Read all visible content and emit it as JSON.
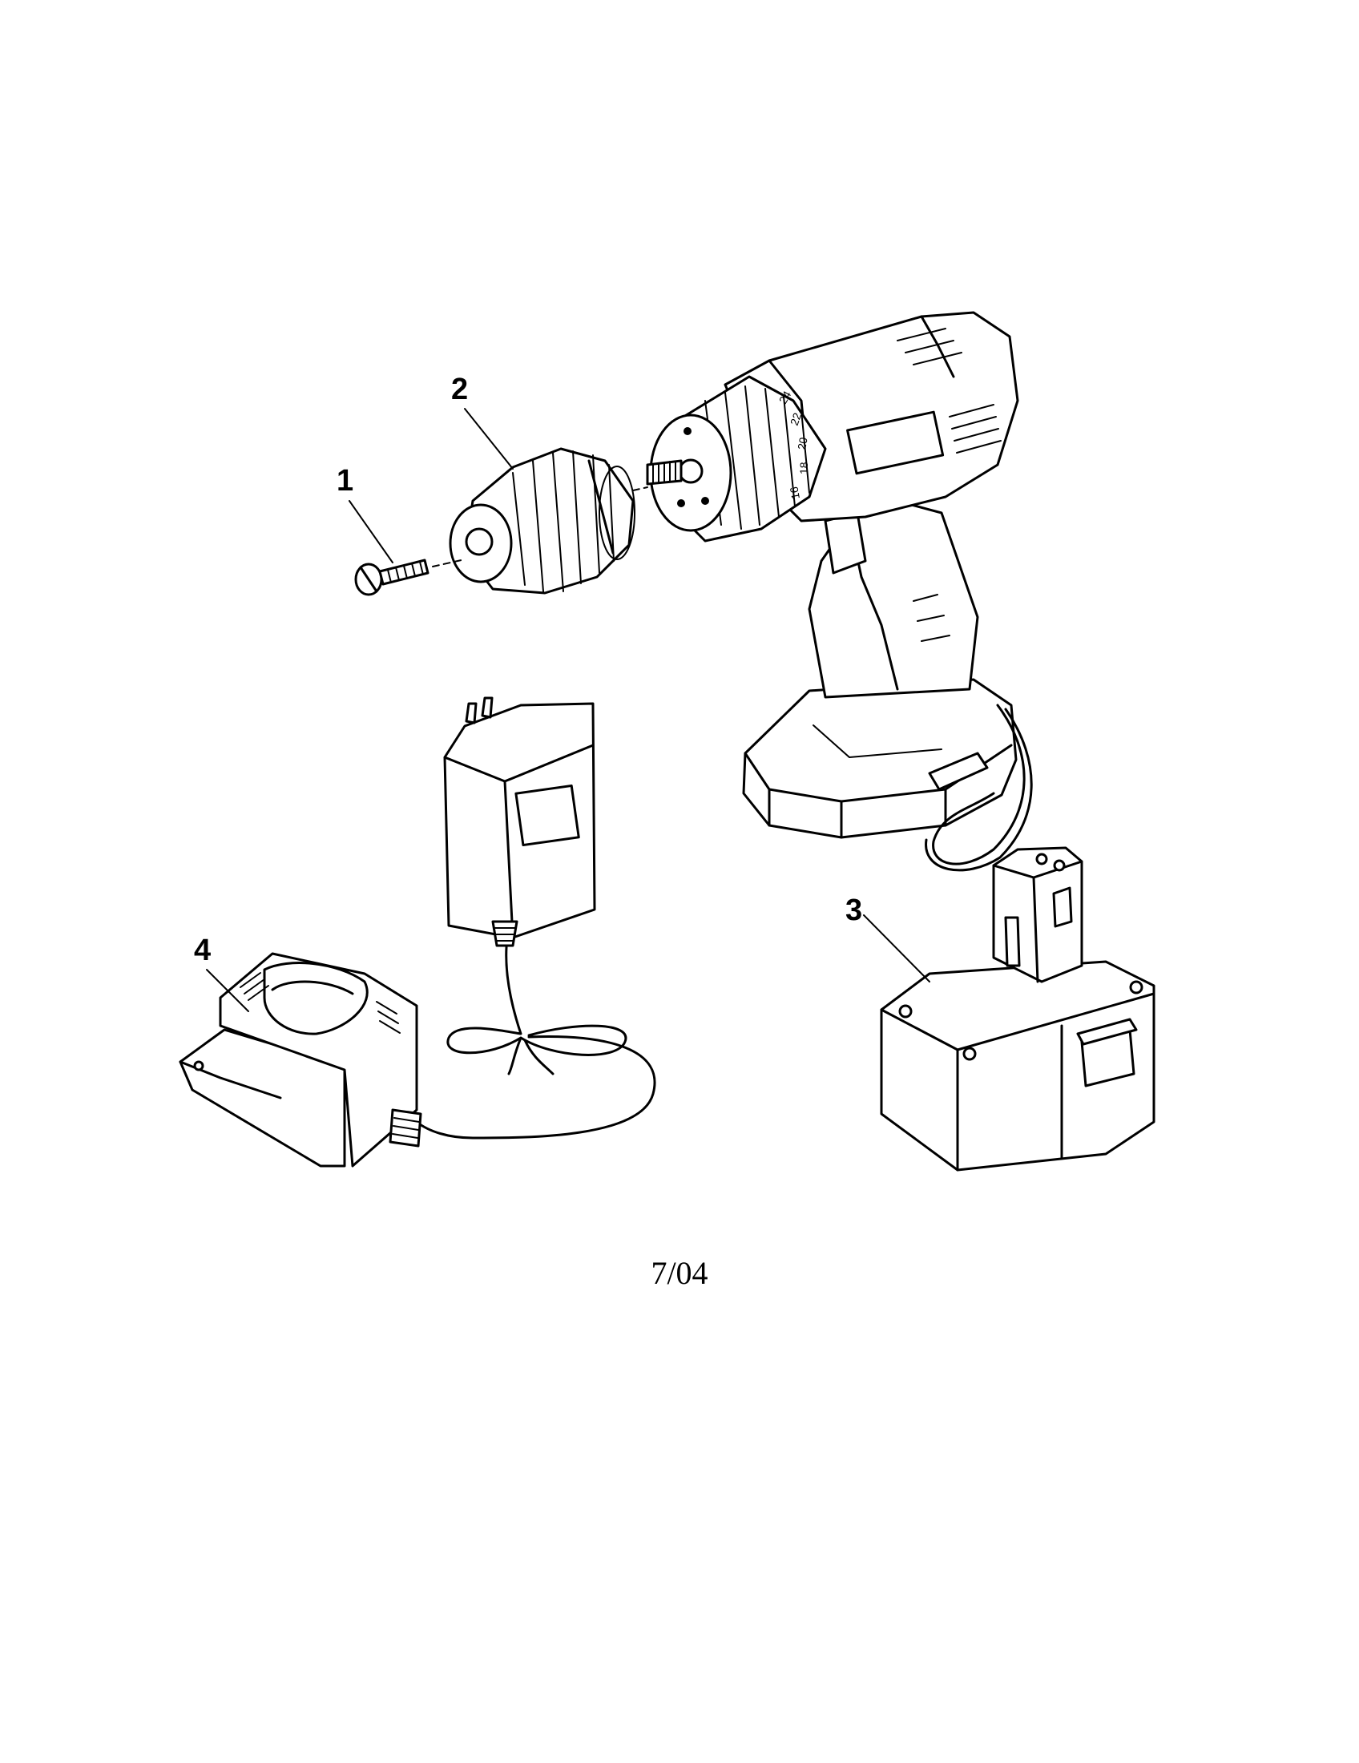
{
  "callouts": {
    "part_1": "1",
    "part_2": "2",
    "part_3": "3",
    "part_4": "4"
  },
  "clutch_ring_numbers": [
    "24",
    "22",
    "20",
    "18",
    "16"
  ],
  "footer": {
    "date_code": "7/04"
  }
}
